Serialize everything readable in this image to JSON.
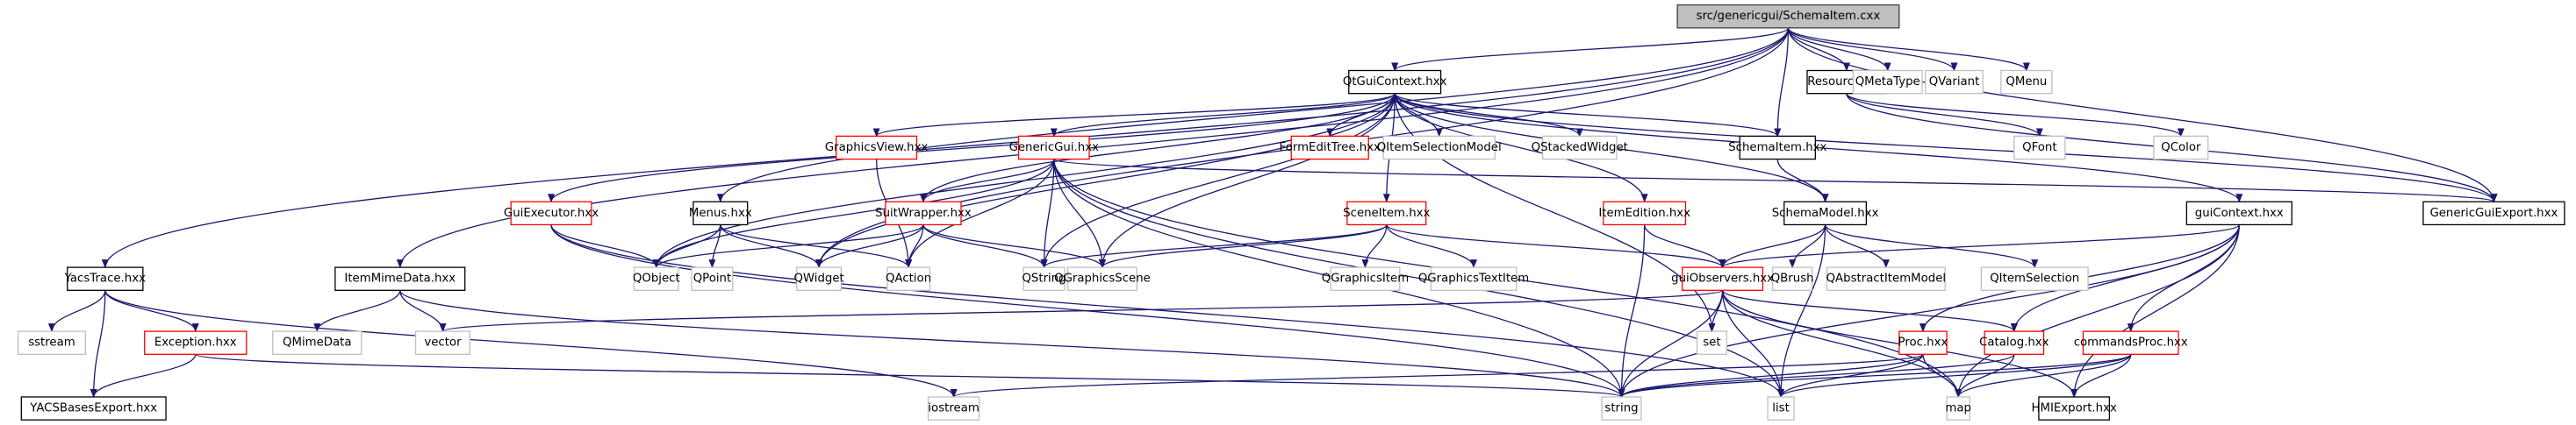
{
  "diagram": {
    "title": "Include dependency graph for src/genericgui/SchemaItem.cxx",
    "colors": {
      "edge": "#191970",
      "root_fill": "#bfbfbf",
      "root_border": "#404040",
      "documented_border": "#000000",
      "undocumented_border": "#ff0000",
      "external_border": "#bfbfbf",
      "node_fill": "#ffffff"
    },
    "nodes": [
      {
        "id": "root",
        "label": "src/genericgui/SchemaItem.cxx",
        "kind": "root"
      },
      {
        "id": "QtGuiContext",
        "label": "QtGuiContext.hxx",
        "kind": "documented"
      },
      {
        "id": "Resource",
        "label": "Resource.hxx",
        "kind": "documented"
      },
      {
        "id": "QMetaType",
        "label": "QMetaType",
        "kind": "external"
      },
      {
        "id": "QVariant",
        "label": "QVariant",
        "kind": "external"
      },
      {
        "id": "QMenu",
        "label": "QMenu",
        "kind": "external"
      },
      {
        "id": "GraphicsView",
        "label": "GraphicsView.hxx",
        "kind": "undocumented"
      },
      {
        "id": "GenericGui",
        "label": "GenericGui.hxx",
        "kind": "undocumented"
      },
      {
        "id": "FormEditTree",
        "label": "FormEditTree.hxx",
        "kind": "undocumented"
      },
      {
        "id": "QItemSelectionModel",
        "label": "QItemSelectionModel",
        "kind": "external"
      },
      {
        "id": "QStackedWidget",
        "label": "QStackedWidget",
        "kind": "external"
      },
      {
        "id": "SchemaItemH",
        "label": "SchemaItem.hxx",
        "kind": "documented"
      },
      {
        "id": "QFont",
        "label": "QFont",
        "kind": "external"
      },
      {
        "id": "QColor",
        "label": "QColor",
        "kind": "external"
      },
      {
        "id": "GuiExecutor",
        "label": "GuiExecutor.hxx",
        "kind": "undocumented"
      },
      {
        "id": "Menus",
        "label": "Menus.hxx",
        "kind": "documented"
      },
      {
        "id": "SuitWrapper",
        "label": "SuitWrapper.hxx",
        "kind": "undocumented"
      },
      {
        "id": "SceneItem",
        "label": "SceneItem.hxx",
        "kind": "undocumented"
      },
      {
        "id": "ItemEdition",
        "label": "ItemEdition.hxx",
        "kind": "undocumented"
      },
      {
        "id": "SchemaModel",
        "label": "SchemaModel.hxx",
        "kind": "documented"
      },
      {
        "id": "guiContext",
        "label": "guiContext.hxx",
        "kind": "documented"
      },
      {
        "id": "GenericGuiExport",
        "label": "GenericGuiExport.hxx",
        "kind": "documented"
      },
      {
        "id": "YacsTrace",
        "label": "YacsTrace.hxx",
        "kind": "documented"
      },
      {
        "id": "ItemMimeData",
        "label": "ItemMimeData.hxx",
        "kind": "documented"
      },
      {
        "id": "QObject",
        "label": "QObject",
        "kind": "external"
      },
      {
        "id": "QPoint",
        "label": "QPoint",
        "kind": "external"
      },
      {
        "id": "QWidget",
        "label": "QWidget",
        "kind": "external"
      },
      {
        "id": "QAction",
        "label": "QAction",
        "kind": "external"
      },
      {
        "id": "QString",
        "label": "QString",
        "kind": "external"
      },
      {
        "id": "QGraphicsScene",
        "label": "QGraphicsScene",
        "kind": "external"
      },
      {
        "id": "QGraphicsItem",
        "label": "QGraphicsItem",
        "kind": "external"
      },
      {
        "id": "QGraphicsTextItem",
        "label": "QGraphicsTextItem",
        "kind": "external"
      },
      {
        "id": "guiObservers",
        "label": "guiObservers.hxx",
        "kind": "undocumented"
      },
      {
        "id": "QBrush",
        "label": "QBrush",
        "kind": "external"
      },
      {
        "id": "QAbstractItemModel",
        "label": "QAbstractItemModel",
        "kind": "external"
      },
      {
        "id": "QItemSelection",
        "label": "QItemSelection",
        "kind": "external"
      },
      {
        "id": "sstream",
        "label": "sstream",
        "kind": "external"
      },
      {
        "id": "Exception",
        "label": "Exception.hxx",
        "kind": "undocumented"
      },
      {
        "id": "QMimeData",
        "label": "QMimeData",
        "kind": "external"
      },
      {
        "id": "vector",
        "label": "vector",
        "kind": "external"
      },
      {
        "id": "set",
        "label": "set",
        "kind": "external"
      },
      {
        "id": "Proc",
        "label": "Proc.hxx",
        "kind": "undocumented"
      },
      {
        "id": "Catalog",
        "label": "Catalog.hxx",
        "kind": "undocumented"
      },
      {
        "id": "commandsProc",
        "label": "commandsProc.hxx",
        "kind": "undocumented"
      },
      {
        "id": "YACSBasesExport",
        "label": "YACSBasesExport.hxx",
        "kind": "documented"
      },
      {
        "id": "iostream",
        "label": "iostream",
        "kind": "external"
      },
      {
        "id": "string",
        "label": "string",
        "kind": "external"
      },
      {
        "id": "list",
        "label": "list",
        "kind": "external"
      },
      {
        "id": "map",
        "label": "map",
        "kind": "external"
      },
      {
        "id": "HMIExport",
        "label": "HMIExport.hxx",
        "kind": "documented"
      }
    ],
    "edges": [
      [
        "root",
        "QtGuiContext"
      ],
      [
        "root",
        "Resource"
      ],
      [
        "root",
        "QMetaType"
      ],
      [
        "root",
        "QVariant"
      ],
      [
        "root",
        "QMenu"
      ],
      [
        "root",
        "SchemaItemH"
      ],
      [
        "root",
        "YacsTrace"
      ],
      [
        "root",
        "ItemMimeData"
      ],
      [
        "root",
        "Menus"
      ],
      [
        "root",
        "QWidget"
      ],
      [
        "root",
        "GenericGuiExport"
      ],
      [
        "QtGuiContext",
        "GraphicsView"
      ],
      [
        "QtGuiContext",
        "GenericGui"
      ],
      [
        "QtGuiContext",
        "FormEditTree"
      ],
      [
        "QtGuiContext",
        "QItemSelectionModel"
      ],
      [
        "QtGuiContext",
        "QStackedWidget"
      ],
      [
        "QtGuiContext",
        "SchemaItemH"
      ],
      [
        "QtGuiContext",
        "GuiExecutor"
      ],
      [
        "QtGuiContext",
        "SuitWrapper"
      ],
      [
        "QtGuiContext",
        "SceneItem"
      ],
      [
        "QtGuiContext",
        "ItemEdition"
      ],
      [
        "QtGuiContext",
        "SchemaModel"
      ],
      [
        "QtGuiContext",
        "guiContext"
      ],
      [
        "QtGuiContext",
        "GenericGuiExport"
      ],
      [
        "QtGuiContext",
        "QObject"
      ],
      [
        "QtGuiContext",
        "QWidget"
      ],
      [
        "QtGuiContext",
        "QString"
      ],
      [
        "QtGuiContext",
        "QGraphicsScene"
      ],
      [
        "QtGuiContext",
        "set"
      ],
      [
        "Resource",
        "QFont"
      ],
      [
        "Resource",
        "QColor"
      ],
      [
        "Resource",
        "GenericGuiExport"
      ],
      [
        "GraphicsView",
        "QAction"
      ],
      [
        "GenericGui",
        "SuitWrapper"
      ],
      [
        "GenericGui",
        "QObject"
      ],
      [
        "GenericGui",
        "QAction"
      ],
      [
        "GenericGui",
        "QString"
      ],
      [
        "GenericGui",
        "QGraphicsScene"
      ],
      [
        "GenericGui",
        "list"
      ],
      [
        "GenericGui",
        "string"
      ],
      [
        "GenericGui",
        "GenericGuiExport"
      ],
      [
        "GenericGui",
        "map"
      ],
      [
        "SchemaItemH",
        "SchemaModel"
      ],
      [
        "GuiExecutor",
        "QObject"
      ],
      [
        "GuiExecutor",
        "string"
      ],
      [
        "GuiExecutor",
        "list"
      ],
      [
        "Menus",
        "QObject"
      ],
      [
        "Menus",
        "QPoint"
      ],
      [
        "Menus",
        "QWidget"
      ],
      [
        "Menus",
        "QAction"
      ],
      [
        "SuitWrapper",
        "QObject"
      ],
      [
        "SuitWrapper",
        "QWidget"
      ],
      [
        "SuitWrapper",
        "QAction"
      ],
      [
        "SuitWrapper",
        "QString"
      ],
      [
        "SuitWrapper",
        "QGraphicsScene"
      ],
      [
        "SceneItem",
        "QString"
      ],
      [
        "SceneItem",
        "QGraphicsScene"
      ],
      [
        "SceneItem",
        "QGraphicsItem"
      ],
      [
        "SceneItem",
        "QGraphicsTextItem"
      ],
      [
        "SceneItem",
        "guiObservers"
      ],
      [
        "ItemEdition",
        "guiObservers"
      ],
      [
        "ItemEdition",
        "string"
      ],
      [
        "SchemaModel",
        "guiObservers"
      ],
      [
        "SchemaModel",
        "QBrush"
      ],
      [
        "SchemaModel",
        "QAbstractItemModel"
      ],
      [
        "SchemaModel",
        "QItemSelection"
      ],
      [
        "SchemaModel",
        "list"
      ],
      [
        "guiContext",
        "guiObservers"
      ],
      [
        "guiContext",
        "Proc"
      ],
      [
        "guiContext",
        "Catalog"
      ],
      [
        "guiContext",
        "commandsProc"
      ],
      [
        "guiContext",
        "map"
      ],
      [
        "guiContext",
        "HMIExport"
      ],
      [
        "guiContext",
        "string"
      ],
      [
        "guiObservers",
        "vector"
      ],
      [
        "guiObservers",
        "set"
      ],
      [
        "guiObservers",
        "string"
      ],
      [
        "guiObservers",
        "list"
      ],
      [
        "guiObservers",
        "map"
      ],
      [
        "guiObservers",
        "HMIExport"
      ],
      [
        "guiObservers",
        "Catalog"
      ],
      [
        "YacsTrace",
        "sstream"
      ],
      [
        "YacsTrace",
        "Exception"
      ],
      [
        "YacsTrace",
        "YACSBasesExport"
      ],
      [
        "YacsTrace",
        "iostream"
      ],
      [
        "Exception",
        "YACSBasesExport"
      ],
      [
        "Exception",
        "string"
      ],
      [
        "ItemMimeData",
        "QMimeData"
      ],
      [
        "ItemMimeData",
        "vector"
      ],
      [
        "ItemMimeData",
        "string"
      ],
      [
        "Proc",
        "iostream"
      ],
      [
        "Proc",
        "string"
      ],
      [
        "Proc",
        "list"
      ],
      [
        "Proc",
        "map"
      ],
      [
        "Catalog",
        "string"
      ],
      [
        "Catalog",
        "map"
      ],
      [
        "commandsProc",
        "string"
      ],
      [
        "commandsProc",
        "list"
      ],
      [
        "commandsProc",
        "map"
      ],
      [
        "commandsProc",
        "HMIExport"
      ]
    ]
  }
}
